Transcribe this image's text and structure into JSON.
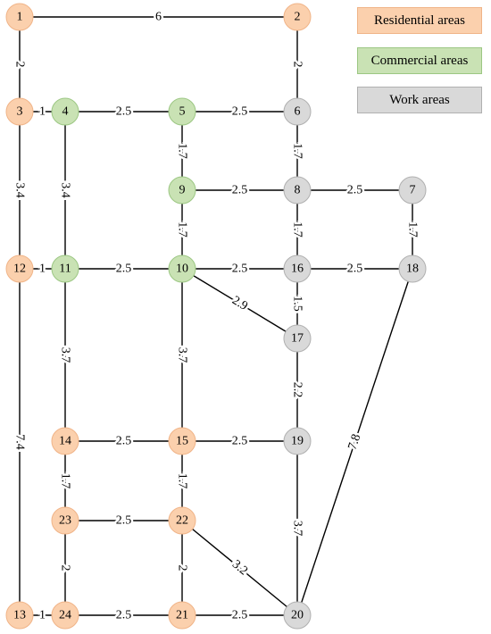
{
  "colors": {
    "residential": "#fbd0ad",
    "residential_stroke": "#f0b488",
    "commercial": "#c9e2b4",
    "commercial_stroke": "#9cc783",
    "work": "#d9d9d9",
    "work_stroke": "#b0b0b0",
    "edge": "#000000"
  },
  "legend": [
    {
      "label": "Residential areas",
      "type": "residential"
    },
    {
      "label": "Commercial areas",
      "type": "commercial"
    },
    {
      "label": "Work areas",
      "type": "work"
    }
  ],
  "nodes": [
    {
      "id": "1",
      "type": "residential"
    },
    {
      "id": "2",
      "type": "residential"
    },
    {
      "id": "3",
      "type": "residential"
    },
    {
      "id": "4",
      "type": "commercial"
    },
    {
      "id": "5",
      "type": "commercial"
    },
    {
      "id": "6",
      "type": "work"
    },
    {
      "id": "7",
      "type": "work"
    },
    {
      "id": "8",
      "type": "work"
    },
    {
      "id": "9",
      "type": "commercial"
    },
    {
      "id": "10",
      "type": "commercial"
    },
    {
      "id": "11",
      "type": "commercial"
    },
    {
      "id": "12",
      "type": "residential"
    },
    {
      "id": "13",
      "type": "residential"
    },
    {
      "id": "14",
      "type": "residential"
    },
    {
      "id": "15",
      "type": "residential"
    },
    {
      "id": "16",
      "type": "work"
    },
    {
      "id": "17",
      "type": "work"
    },
    {
      "id": "18",
      "type": "work"
    },
    {
      "id": "19",
      "type": "work"
    },
    {
      "id": "20",
      "type": "work"
    },
    {
      "id": "21",
      "type": "residential"
    },
    {
      "id": "22",
      "type": "residential"
    },
    {
      "id": "23",
      "type": "residential"
    },
    {
      "id": "24",
      "type": "residential"
    }
  ],
  "edges": [
    {
      "from": "1",
      "to": "2",
      "label": "6"
    },
    {
      "from": "1",
      "to": "3",
      "label": "2"
    },
    {
      "from": "2",
      "to": "6",
      "label": "2"
    },
    {
      "from": "3",
      "to": "4",
      "label": "1"
    },
    {
      "from": "4",
      "to": "5",
      "label": "2.5"
    },
    {
      "from": "5",
      "to": "6",
      "label": "2.5"
    },
    {
      "from": "3",
      "to": "12",
      "label": "3.4"
    },
    {
      "from": "4",
      "to": "11",
      "label": "3.4"
    },
    {
      "from": "5",
      "to": "9",
      "label": "1.7"
    },
    {
      "from": "6",
      "to": "8",
      "label": "1.7"
    },
    {
      "from": "9",
      "to": "8",
      "label": "2.5"
    },
    {
      "from": "8",
      "to": "7",
      "label": "2.5"
    },
    {
      "from": "9",
      "to": "10",
      "label": "1.7"
    },
    {
      "from": "8",
      "to": "16",
      "label": "1.7"
    },
    {
      "from": "7",
      "to": "18",
      "label": "1.7"
    },
    {
      "from": "12",
      "to": "11",
      "label": "1"
    },
    {
      "from": "11",
      "to": "10",
      "label": "2.5"
    },
    {
      "from": "10",
      "to": "16",
      "label": "2.5"
    },
    {
      "from": "16",
      "to": "18",
      "label": "2.5"
    },
    {
      "from": "10",
      "to": "17",
      "label": "2.9"
    },
    {
      "from": "16",
      "to": "17",
      "label": "1.5"
    },
    {
      "from": "11",
      "to": "14",
      "label": "3.7"
    },
    {
      "from": "10",
      "to": "15",
      "label": "3.7"
    },
    {
      "from": "17",
      "to": "19",
      "label": "2.2"
    },
    {
      "from": "12",
      "to": "13",
      "label": "7.4"
    },
    {
      "from": "14",
      "to": "15",
      "label": "2.5"
    },
    {
      "from": "15",
      "to": "19",
      "label": "2.5"
    },
    {
      "from": "18",
      "to": "20",
      "label": "7.8"
    },
    {
      "from": "14",
      "to": "23",
      "label": "1.7"
    },
    {
      "from": "15",
      "to": "22",
      "label": "1.7"
    },
    {
      "from": "19",
      "to": "20",
      "label": "3.7"
    },
    {
      "from": "23",
      "to": "22",
      "label": "2.5"
    },
    {
      "from": "23",
      "to": "24",
      "label": "2"
    },
    {
      "from": "22",
      "to": "21",
      "label": "2"
    },
    {
      "from": "22",
      "to": "20",
      "label": "3.2"
    },
    {
      "from": "13",
      "to": "24",
      "label": "1"
    },
    {
      "from": "24",
      "to": "21",
      "label": "2.5"
    },
    {
      "from": "21",
      "to": "20",
      "label": "2.5"
    }
  ]
}
